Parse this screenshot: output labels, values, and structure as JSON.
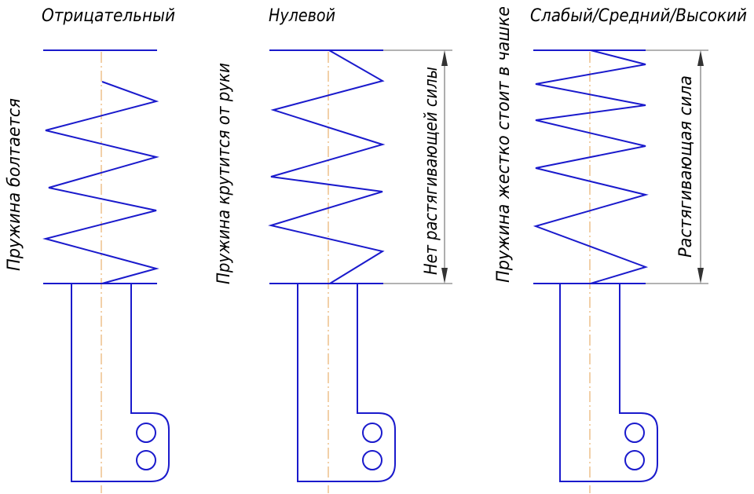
{
  "colors": {
    "outline": "#1a1acc",
    "centerline": "#e6a050",
    "dimension": "#333333",
    "text": "#000000"
  },
  "columns": [
    {
      "title": "Отрицательный",
      "side_note": "Пружина болтается",
      "dimension_label": ""
    },
    {
      "title": "Нулевой",
      "side_note": "Пружина крутится от руки",
      "dimension_label": "Нет растягивающей силы"
    },
    {
      "title": "Слабый/Средний/Высокий",
      "side_note": "Пружина жестко стоит в чашке",
      "dimension_label": "Растягивающая сила"
    }
  ]
}
